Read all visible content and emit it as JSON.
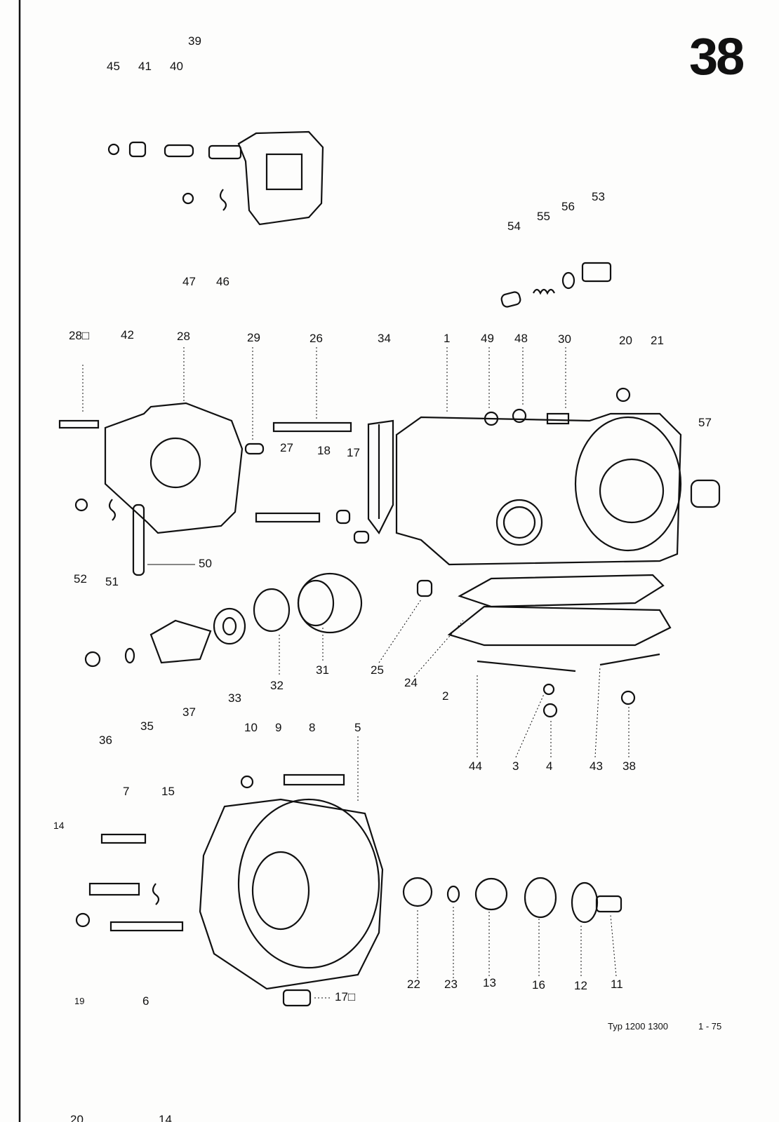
{
  "page_number": "38",
  "footer": {
    "model": "Typ 1200 1300",
    "date": "1 - 75"
  },
  "labels": [
    "39",
    "45",
    "41",
    "40",
    "47",
    "46",
    "54",
    "55",
    "56",
    "53",
    "28□",
    "42",
    "28",
    "29",
    "26",
    "34",
    "1",
    "49",
    "48",
    "30",
    "20",
    "21",
    "57",
    "27",
    "18",
    "17",
    "52",
    "51",
    "50",
    "31",
    "25",
    "24",
    "2",
    "33",
    "32",
    "37",
    "35",
    "36",
    "44",
    "3",
    "4",
    "43",
    "38",
    "10",
    "9",
    "8",
    "5",
    "7",
    "15",
    "14",
    "22",
    "23",
    "13",
    "16",
    "12",
    "11",
    "19",
    "6",
    "17□",
    "20",
    "14"
  ]
}
